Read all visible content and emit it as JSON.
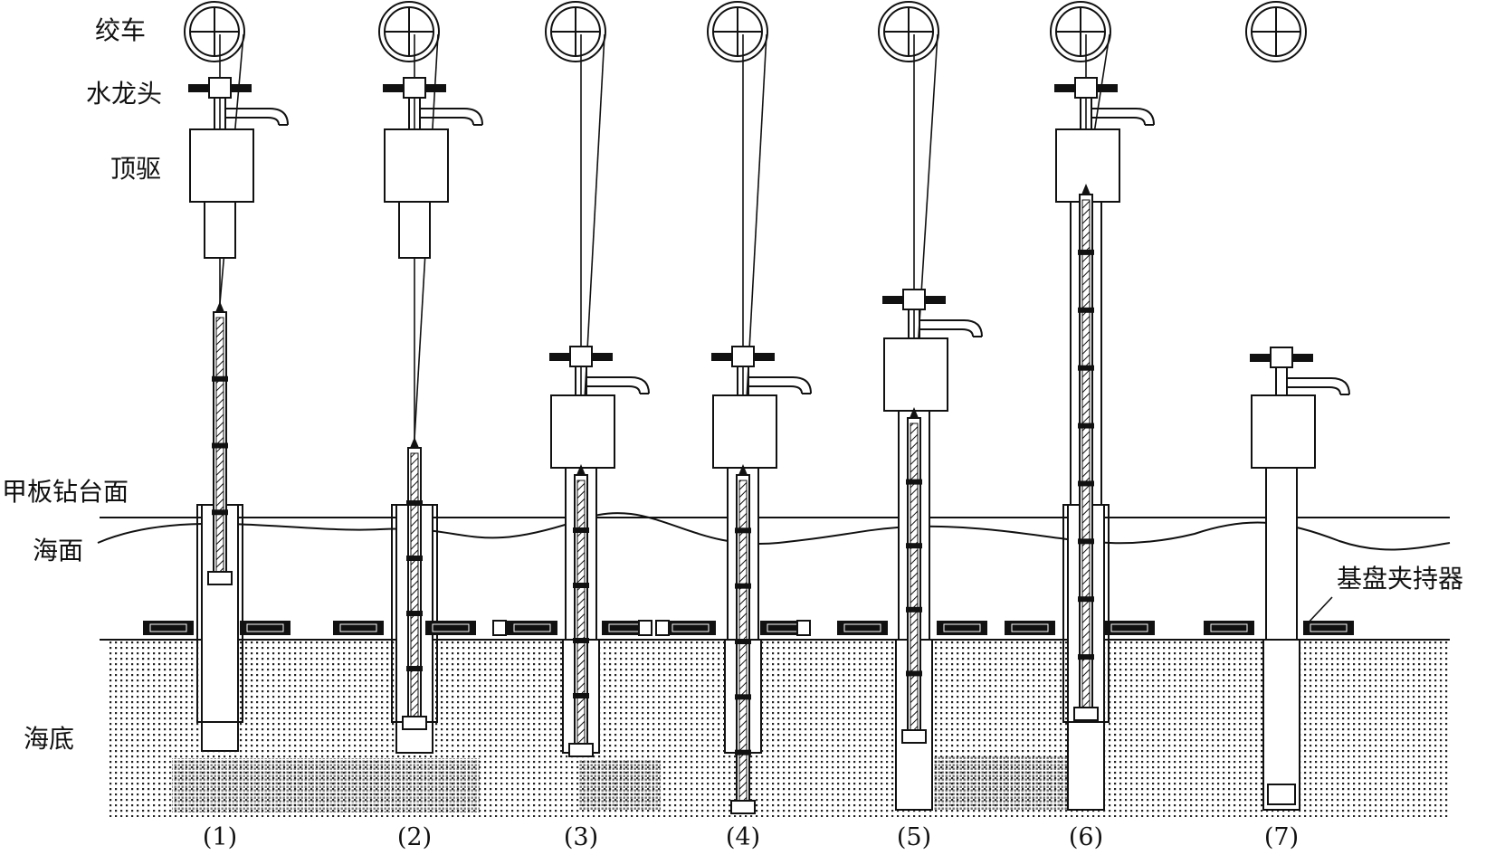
{
  "labels": {
    "winch": "绞车",
    "swivel": "水龙头",
    "top_drive": "顶驱",
    "drill_floor": "甲板钻台面",
    "sea_surface": "海面",
    "seabed": "海底",
    "base_clamp": "基盘夹持器"
  },
  "steps": [
    "(1)",
    "(2)",
    "(3)",
    "(4)",
    "(5)",
    "(6)",
    "(7)"
  ],
  "colors": {
    "line": "#111111",
    "background": "#ffffff",
    "seabed_dots": "#222222"
  }
}
